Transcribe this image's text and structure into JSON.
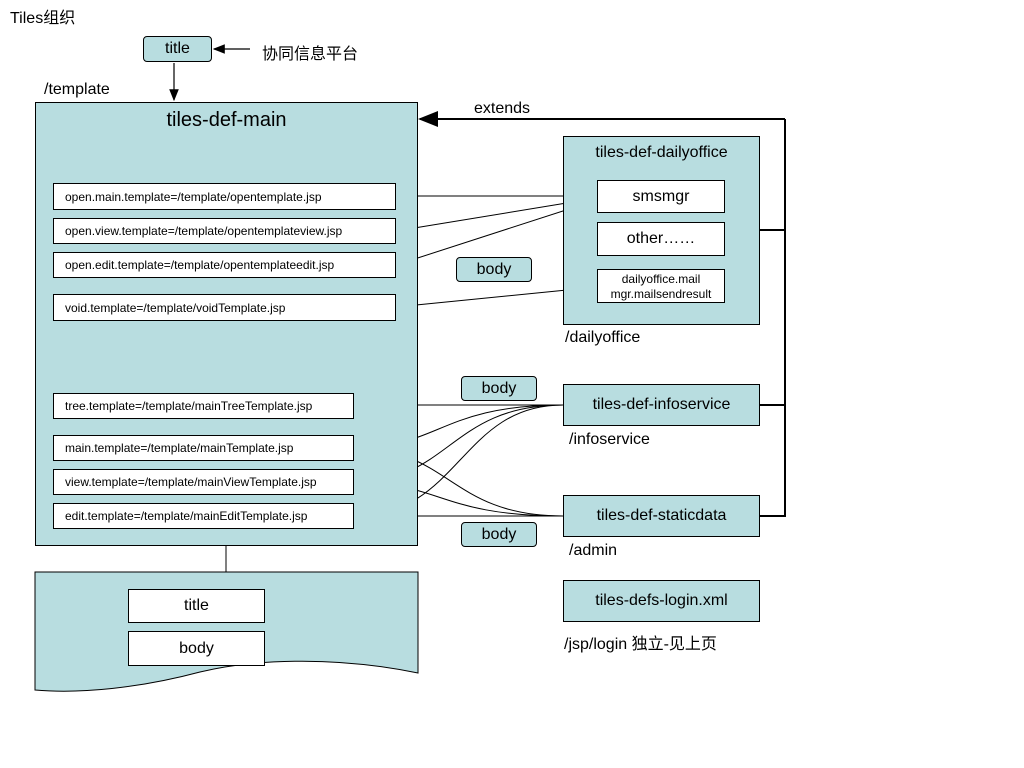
{
  "header": {
    "title": "Tiles组织"
  },
  "top": {
    "title_label": "title",
    "platform_label": "协同信息平台",
    "template_path": "/template"
  },
  "main": {
    "title": "tiles-def-main",
    "templates": [
      "open.main.template=/template/opentemplate.jsp",
      "open.view.template=/template/opentemplateview.jsp",
      "open.edit.template=/template/opentemplateedit.jsp",
      "void.template=/template/voidTemplate.jsp",
      "tree.template=/template/mainTreeTemplate.jsp",
      "main.template=/template/mainTemplate.jsp",
      "view.template=/template/mainViewTemplate.jsp",
      "edit.template=/template/mainEditTemplate.jsp"
    ]
  },
  "extends_label": "extends",
  "body_labels": [
    "body",
    "body",
    "body"
  ],
  "dailyoffice": {
    "title": "tiles-def-dailyoffice",
    "items": [
      "smsmgr",
      "other……"
    ],
    "mail_line1": "dailyoffice.mail",
    "mail_line2": "mgr.mailsendresult",
    "path": "/dailyoffice"
  },
  "infoservice": {
    "title": "tiles-def-infoservice",
    "path": "/infoservice"
  },
  "staticdata": {
    "title": "tiles-def-staticdata",
    "path": "/admin"
  },
  "login": {
    "title": "tiles-defs-login.xml",
    "path": "/jsp/login 独立-见上页"
  },
  "document": {
    "title_label": "title",
    "body_label": "body"
  },
  "colors": {
    "fill": "#b8dde0",
    "stroke": "#000000"
  }
}
